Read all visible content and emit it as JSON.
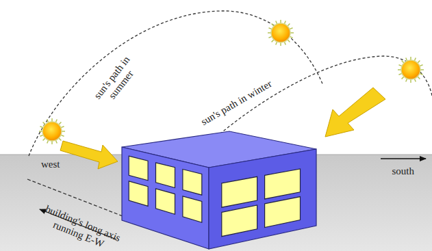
{
  "diagram": {
    "labels": [
      "sun's path in summer",
      "sun's path in winter",
      "west",
      "south",
      "building's long axis running E-W"
    ]
  }
}
